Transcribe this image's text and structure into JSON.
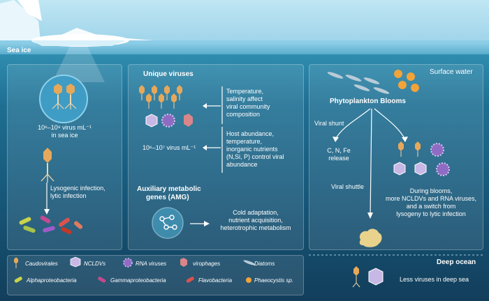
{
  "labels": {
    "sea_ice": "Sea ice",
    "surface_water": "Surface water",
    "deep_ocean": "Deep ocean"
  },
  "left_panel": {
    "concentration": "10⁶–10⁹ virus mL⁻¹",
    "concentration_suffix": "in sea ice",
    "infection": [
      "Lysogenic infection,",
      "lytic infection"
    ]
  },
  "middle_panel": {
    "unique_viruses": "Unique viruses",
    "factors_1": [
      "Temperature,",
      "salinity affect",
      "viral community",
      "composition"
    ],
    "concentration": "10⁶–10⁷ virus mL⁻¹",
    "factors_2": [
      "Host abundance,",
      "temperature,",
      "inorganic nutrients",
      "(N,Si, P) control viral",
      "abundance"
    ],
    "amg_title": [
      "Auxiliary metabolic",
      "genes (AMG)"
    ],
    "amg_functions": [
      "Cold adaptation,",
      "nutrient acquisition,",
      "heterotrophic metabolism"
    ]
  },
  "right_panel": {
    "blooms": "Phytoplankton Blooms",
    "viral_shunt": "Viral shunt",
    "release": [
      "C, N, Fe",
      "release"
    ],
    "viral_shuttle": "Viral shuttle",
    "bloom_effect": [
      "During blooms,",
      "more NCLDVs and RNA viruses,",
      "and a switch from",
      "lysogeny to lytic infection"
    ],
    "deep_text": "Less viruses in deep sea"
  },
  "legend": [
    {
      "icon": "phage-icon",
      "label": "Caudovirales"
    },
    {
      "icon": "ncldv-icon",
      "label": "NCLDVs"
    },
    {
      "icon": "rna-virus-icon",
      "label": "RNA viruses"
    },
    {
      "icon": "virophage-icon",
      "label": "virophages"
    },
    {
      "icon": "diatom-icon",
      "label": "Diatoms"
    },
    {
      "icon": "alphaproteobacteria-icon",
      "label": "Alphaproteobacteria"
    },
    {
      "icon": "gammaproteobacteria-icon",
      "label": "Gammaproteobacteria"
    },
    {
      "icon": "flavobacteria-icon",
      "label": "Flavobacteria"
    },
    {
      "icon": "phaeocystis-icon",
      "label": "Phaeocystis sp."
    }
  ]
}
